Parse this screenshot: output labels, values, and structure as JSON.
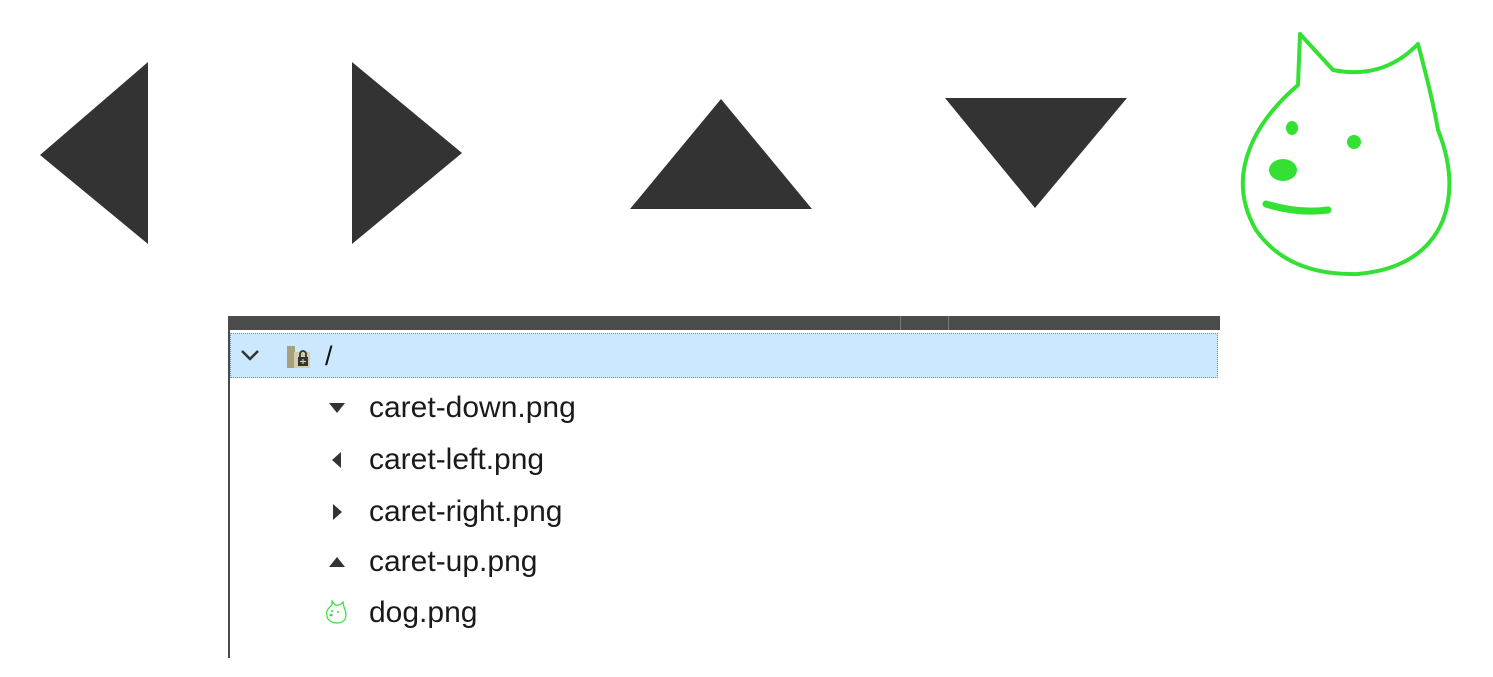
{
  "preview": {
    "icons": [
      {
        "icon": "caret-left-icon"
      },
      {
        "icon": "caret-right-icon"
      },
      {
        "icon": "caret-up-icon"
      },
      {
        "icon": "caret-down-icon"
      },
      {
        "icon": "dog-icon"
      }
    ],
    "caret_color": "#333333",
    "dog_color": "#33e033"
  },
  "tree": {
    "root": {
      "label": "/",
      "expanded": true,
      "icon": "folder-lock-icon",
      "selected_bg": "#cce8ff"
    },
    "files": [
      {
        "name": "caret-down.png",
        "icon": "caret-down-icon"
      },
      {
        "name": "caret-left.png",
        "icon": "caret-left-icon"
      },
      {
        "name": "caret-right.png",
        "icon": "caret-right-icon"
      },
      {
        "name": "caret-up.png",
        "icon": "caret-up-icon"
      },
      {
        "name": "dog.png",
        "icon": "dog-icon"
      }
    ]
  }
}
